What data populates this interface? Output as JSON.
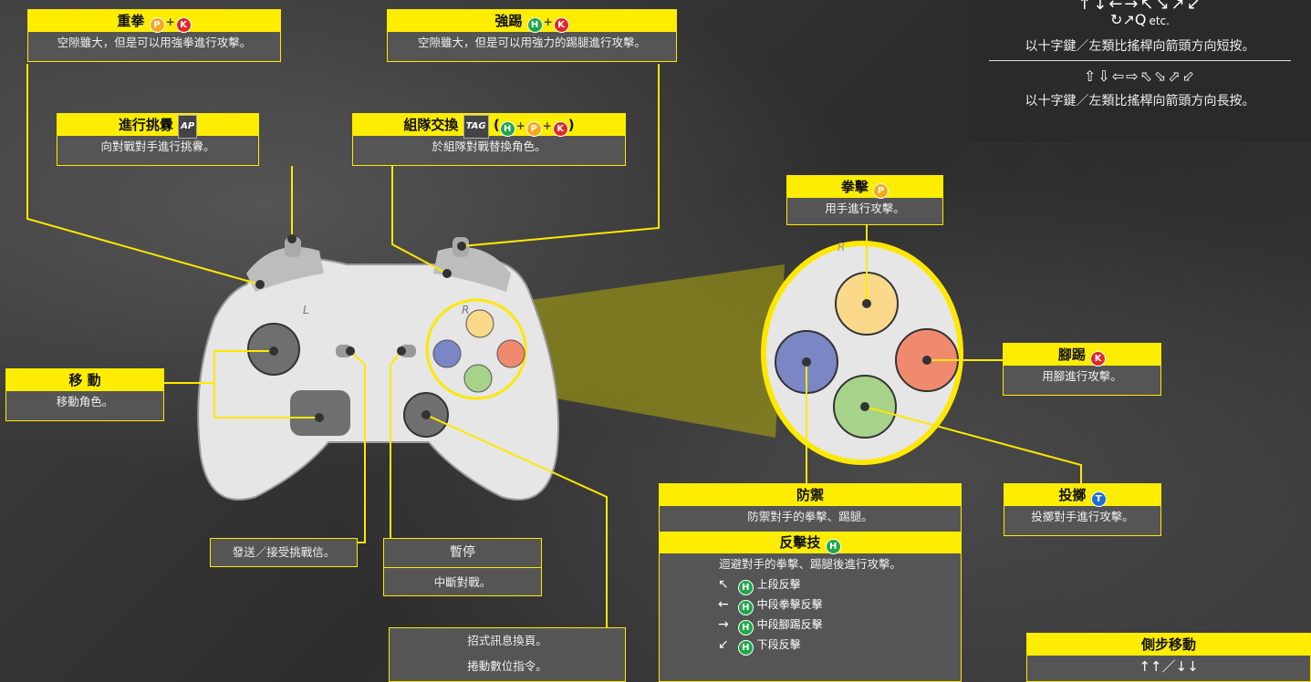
{
  "boxes": {
    "heavy_punch": {
      "title": "重拳",
      "desc": "空隙雖大，但是可以用強拳進行攻擊。"
    },
    "heavy_kick": {
      "title": "強踢",
      "desc": "空隙雖大，但是可以用強力的踢腿進行攻擊。"
    },
    "taunt": {
      "title": "進行挑釁",
      "icon": "AP",
      "desc": "向對戰對手進行挑釁。"
    },
    "tag": {
      "title": "組隊交換",
      "icon": "TAG",
      "paren_open": "(",
      "paren_close": ")",
      "desc": "於組隊對戰替換角色。"
    },
    "punch": {
      "title": "拳擊",
      "desc": "用手進行攻擊。"
    },
    "kick": {
      "title": "腳踢",
      "desc": "用腳進行攻擊。"
    },
    "move": {
      "title": "移 動",
      "desc": "移動角色。"
    },
    "guard": {
      "title": "防禦",
      "desc": "防禦對手的拳擊、踢腿。"
    },
    "throw": {
      "title": "投擲",
      "desc": "投擲對手進行攻擊。"
    },
    "reversal": {
      "title": "反擊技",
      "desc": "迴避對手的拳擊、踢腿後進行攻擊。",
      "items": [
        {
          "arrow": "↖",
          "label": "上段反擊"
        },
        {
          "arrow": "←",
          "label": "中段拳擊反擊"
        },
        {
          "arrow": "→",
          "label": "中段腳踢反擊"
        },
        {
          "arrow": "↙",
          "label": "下段反擊"
        }
      ]
    },
    "challenge": {
      "desc": "發送／接受挑戰信。"
    },
    "pause": {
      "title": "暫停",
      "desc": "中斷對戰。"
    },
    "page": {
      "line1": "招式訊息換頁。",
      "line2": "捲動數位指令。"
    },
    "sidestep": {
      "title": "側步移動",
      "arrows": "↑↑／↓↓"
    }
  },
  "button_letters": {
    "P": "P",
    "K": "K",
    "H": "H",
    "T": "T",
    "plus": "+"
  },
  "controller_labels": {
    "left": "L",
    "right": "R",
    "zoom": "R"
  },
  "legend": {
    "top_arrows": "↑↓←→↖↘↗↙",
    "top_extra": "↻↗Q",
    "etc": "etc.",
    "line1": "以十字鍵／左類比搖桿向箭頭方向短按。",
    "hold_arrows": "⇧⇩⇦⇨⬁⬂⬀⬃",
    "line2": "以十字鍵／左類比搖桿向箭頭方向長按。"
  },
  "colors": {
    "accent": "#ffed00",
    "punch": "#fbd98b",
    "kick": "#f08a6e",
    "guard": "#7b86c4",
    "throw": "#a6d389"
  }
}
